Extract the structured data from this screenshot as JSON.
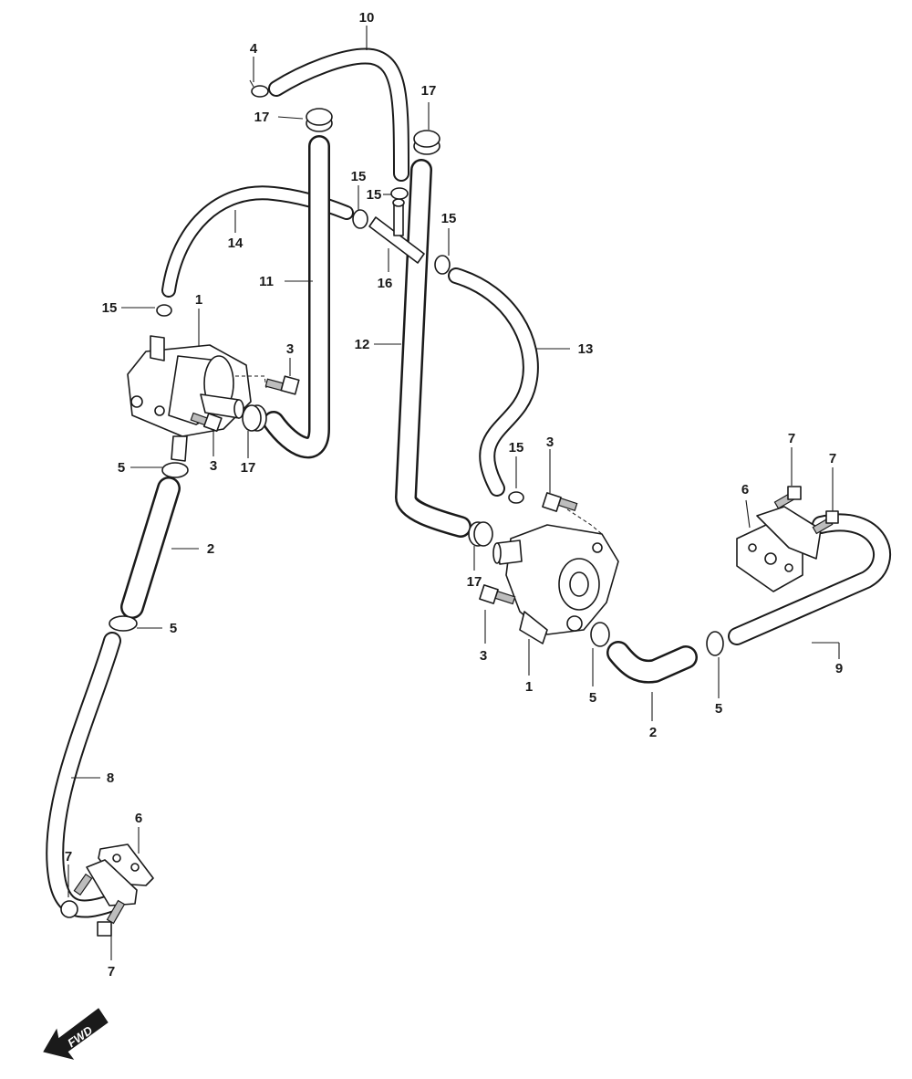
{
  "callouts": {
    "c10": "10",
    "c4": "4",
    "c17a": "17",
    "c17b": "17",
    "c15a": "15",
    "c15b": "15",
    "c15c": "15",
    "c14": "14",
    "c16": "16",
    "c11": "11",
    "c15d": "15",
    "c1a": "1",
    "c3a": "3",
    "c12": "12",
    "c13": "13",
    "c5a": "5",
    "c3b": "3",
    "c17c": "17",
    "c2a": "2",
    "c15e": "15",
    "c3c": "3",
    "c7a": "7",
    "c7b": "7",
    "c6a": "6",
    "c5b": "5",
    "c17d": "17",
    "c3d": "3",
    "c1b": "1",
    "c5c": "5",
    "c5d": "5",
    "c9": "9",
    "c2b": "2",
    "c8": "8",
    "c6b": "6",
    "c7c": "7",
    "c7d": "7"
  },
  "fwd_label": "FWD"
}
